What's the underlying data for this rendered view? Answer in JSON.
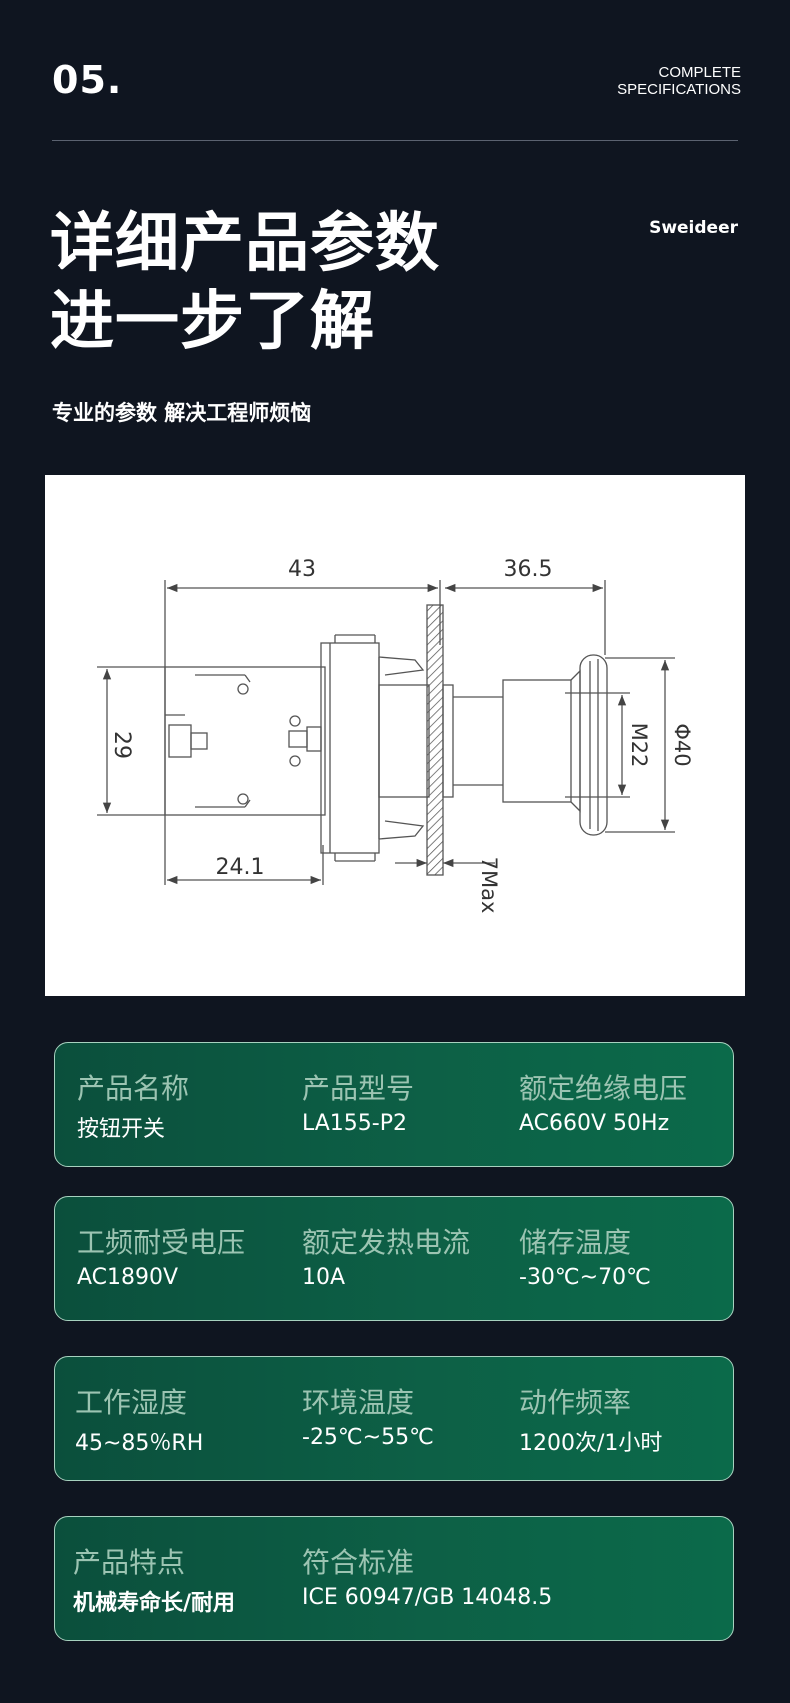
{
  "header": {
    "section_number": "05.",
    "section_tag_line1": "COMPLETE",
    "section_tag_line2": "SPECIFICATIONS",
    "brand": "Sweideer"
  },
  "headline": {
    "line1": "详细产品参数",
    "line2": "进一步了解",
    "subtitle": "专业的参数 解决工程师烦恼"
  },
  "diagram": {
    "dim_top_left": "43",
    "dim_top_right": "36.5",
    "dim_height": "29",
    "dim_bottom": "24.1",
    "dim_panel": "7Max",
    "dim_thread": "M22",
    "dim_head": "Φ40"
  },
  "specs": {
    "product_name_label": "产品名称",
    "product_name_value": "按钮开关",
    "model_label": "产品型号",
    "model_value": "LA155-P2",
    "insulation_voltage_label": "额定绝缘电压",
    "insulation_voltage_value": "AC660V 50Hz",
    "withstand_voltage_label": "工频耐受电压",
    "withstand_voltage_value": "AC1890V",
    "thermal_current_label": "额定发热电流",
    "thermal_current_value": "10A",
    "storage_temp_label": "储存温度",
    "storage_temp_value": "-30℃~70℃",
    "humidity_label": "工作湿度",
    "humidity_value": "45~85％RH",
    "ambient_temp_label": "环境温度",
    "ambient_temp_value": "-25℃~55℃",
    "operation_freq_label": "动作频率",
    "operation_freq_value": "1200次/1小时",
    "features_label": "产品特点",
    "features_value": "机械寿命长/耐用",
    "standard_label": "符合标准",
    "standard_value": "ICE 60947/GB 14048.5"
  }
}
